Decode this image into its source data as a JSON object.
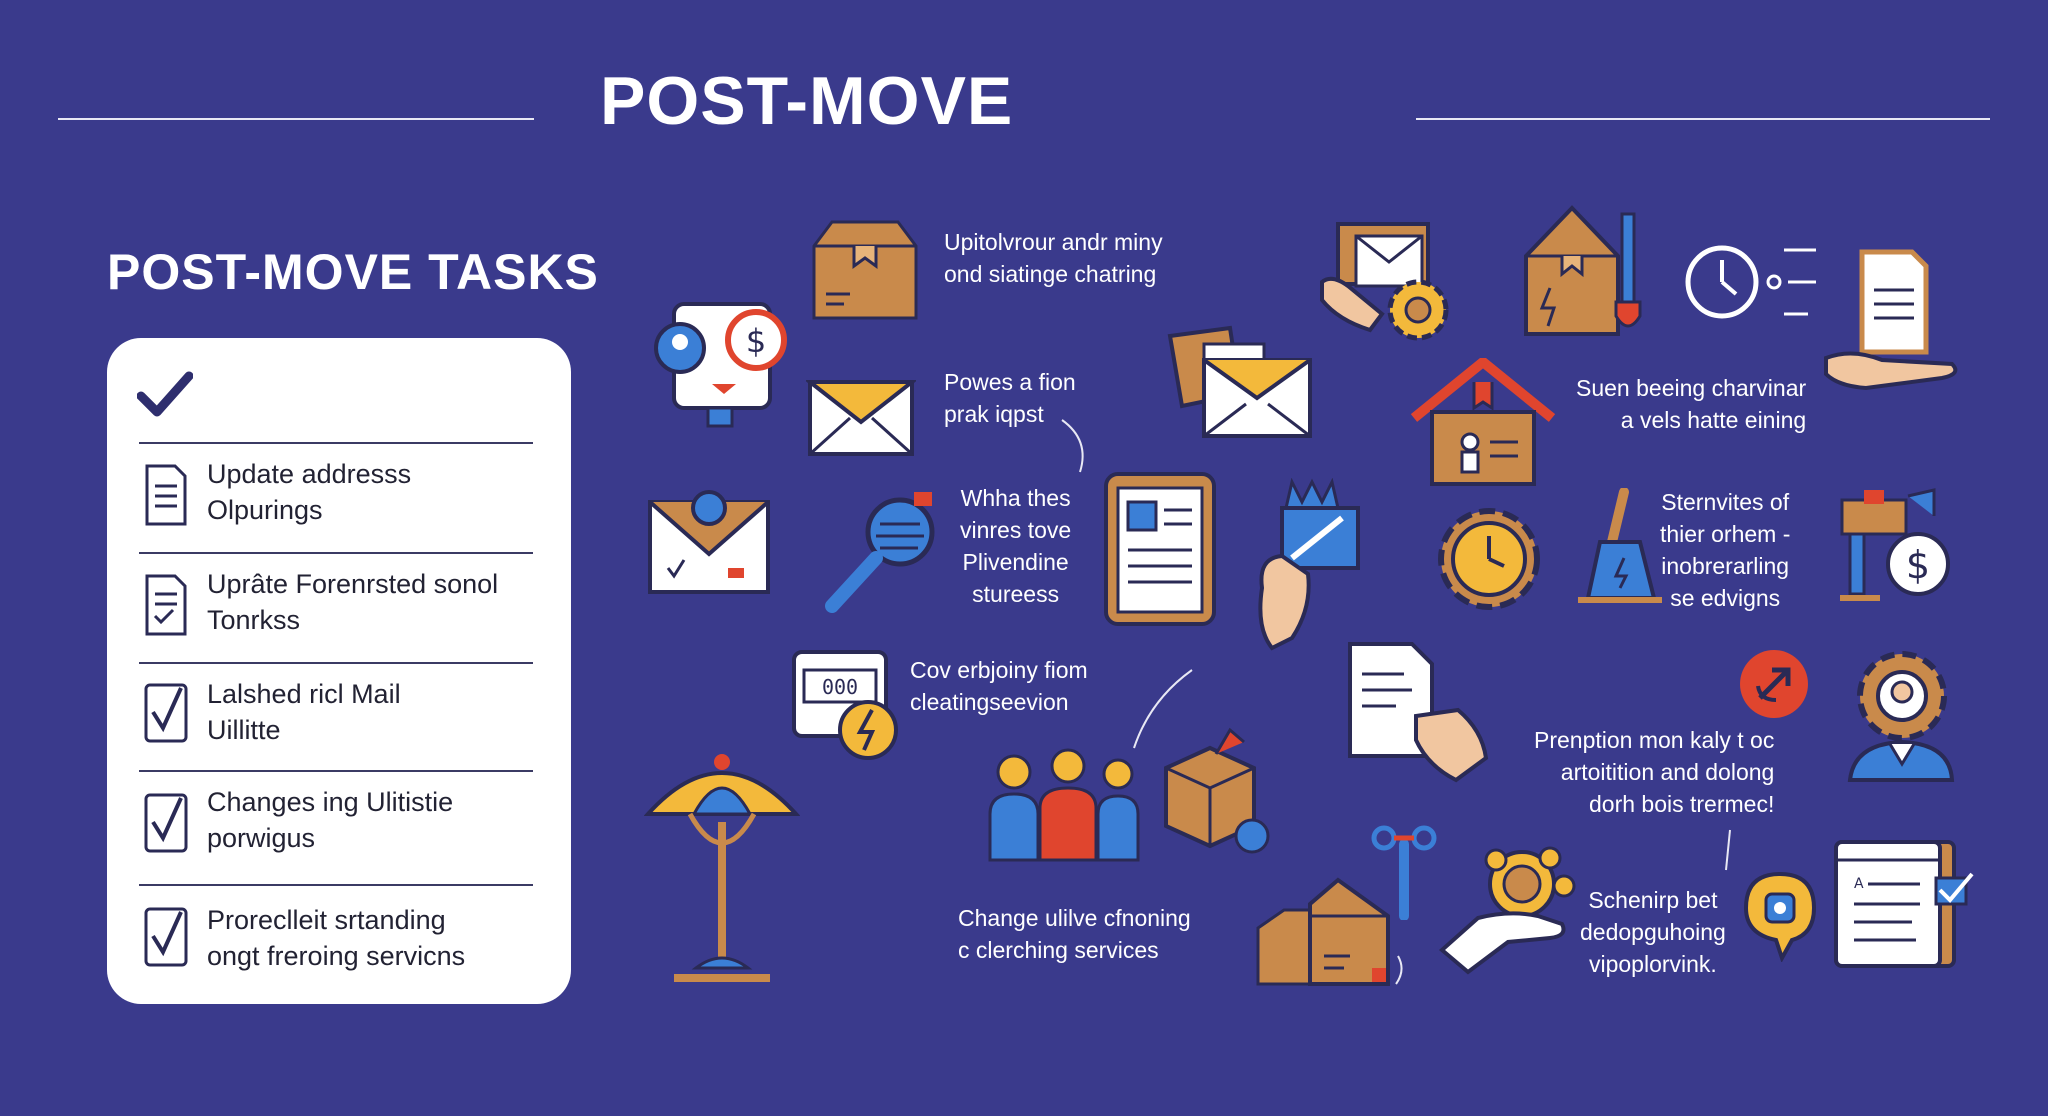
{
  "header": {
    "title": "POST-MOVE"
  },
  "checklist": {
    "heading": "POST-MOVE TASKS",
    "items": [
      {
        "line1": "Update addresss",
        "line2": "Olpurings"
      },
      {
        "line1": "Uprâte Forenrsted sonol",
        "line2": "Tonrkss"
      },
      {
        "line1": "Lalshed ricl Mail",
        "line2": "Uillitte"
      },
      {
        "line1": "Changes ing Ulitistie",
        "line2": "porwigus"
      },
      {
        "line1": "Proreclleit srtanding",
        "line2": "ongt freroing servicns"
      }
    ]
  },
  "labels": {
    "l1": {
      "line1": "Upitolvrour andr miny",
      "line2": "ond siatinge chatring"
    },
    "l2": {
      "line1": "Powes a fion",
      "line2": "prak iqpst"
    },
    "l3": {
      "line1": "Whha thes",
      "line2": "vinres tove",
      "line3": "Plivendine",
      "line4": "stureess"
    },
    "l4": {
      "line1": "Cov erbjoiny fiom",
      "line2": "cleatingseevion"
    },
    "l5": {
      "line1": "Change ulilve cfnoning",
      "line2": "c clerching services"
    },
    "l6": {
      "line1": "Suen beeing charvinar",
      "line2": "a vels hatte eining"
    },
    "l7": {
      "line1": "Sternvites of",
      "line2": "thier orhem -",
      "line3": "inobrerarling",
      "line4": "se edvigns"
    },
    "l8": {
      "line1": "Prenption mon kaly t oc",
      "line2": "artoitition and dolong",
      "line3": "dorh bois trermec!"
    },
    "l9": {
      "line1": "Schenirp bet",
      "line2": "dedopguhoing",
      "line3": "vipoplorvink."
    }
  },
  "icons": [
    "moving-box-icon",
    "video-call-icon",
    "envelope-icon",
    "mailbox-icon",
    "magnifier-icon",
    "clipboard-document-icon",
    "id-card-hand-icon",
    "utility-meter-icon",
    "umbrella-lamp-icon",
    "family-icon",
    "package-delivery-icon",
    "document-hand-icon",
    "mail-hand-gear-icon",
    "mail-stack-icon",
    "house-box-icon",
    "house-icon",
    "gear-clock-icon",
    "bell-icon",
    "clock-icon",
    "document-in-hand-icon",
    "dollar-box-icon",
    "refresh-badge-icon",
    "support-agent-icon",
    "wrench-icon",
    "boxes-icon",
    "coin-hand-icon",
    "chat-bubble-icon",
    "checklist-board-icon"
  ],
  "colors": {
    "background": "#3a3a8c",
    "card": "#ffffff",
    "box": "#c98a4b",
    "accent_red": "#e0452e",
    "accent_yellow": "#f3b93b",
    "accent_blue": "#3b7fd6",
    "ink": "#2a2a55"
  }
}
